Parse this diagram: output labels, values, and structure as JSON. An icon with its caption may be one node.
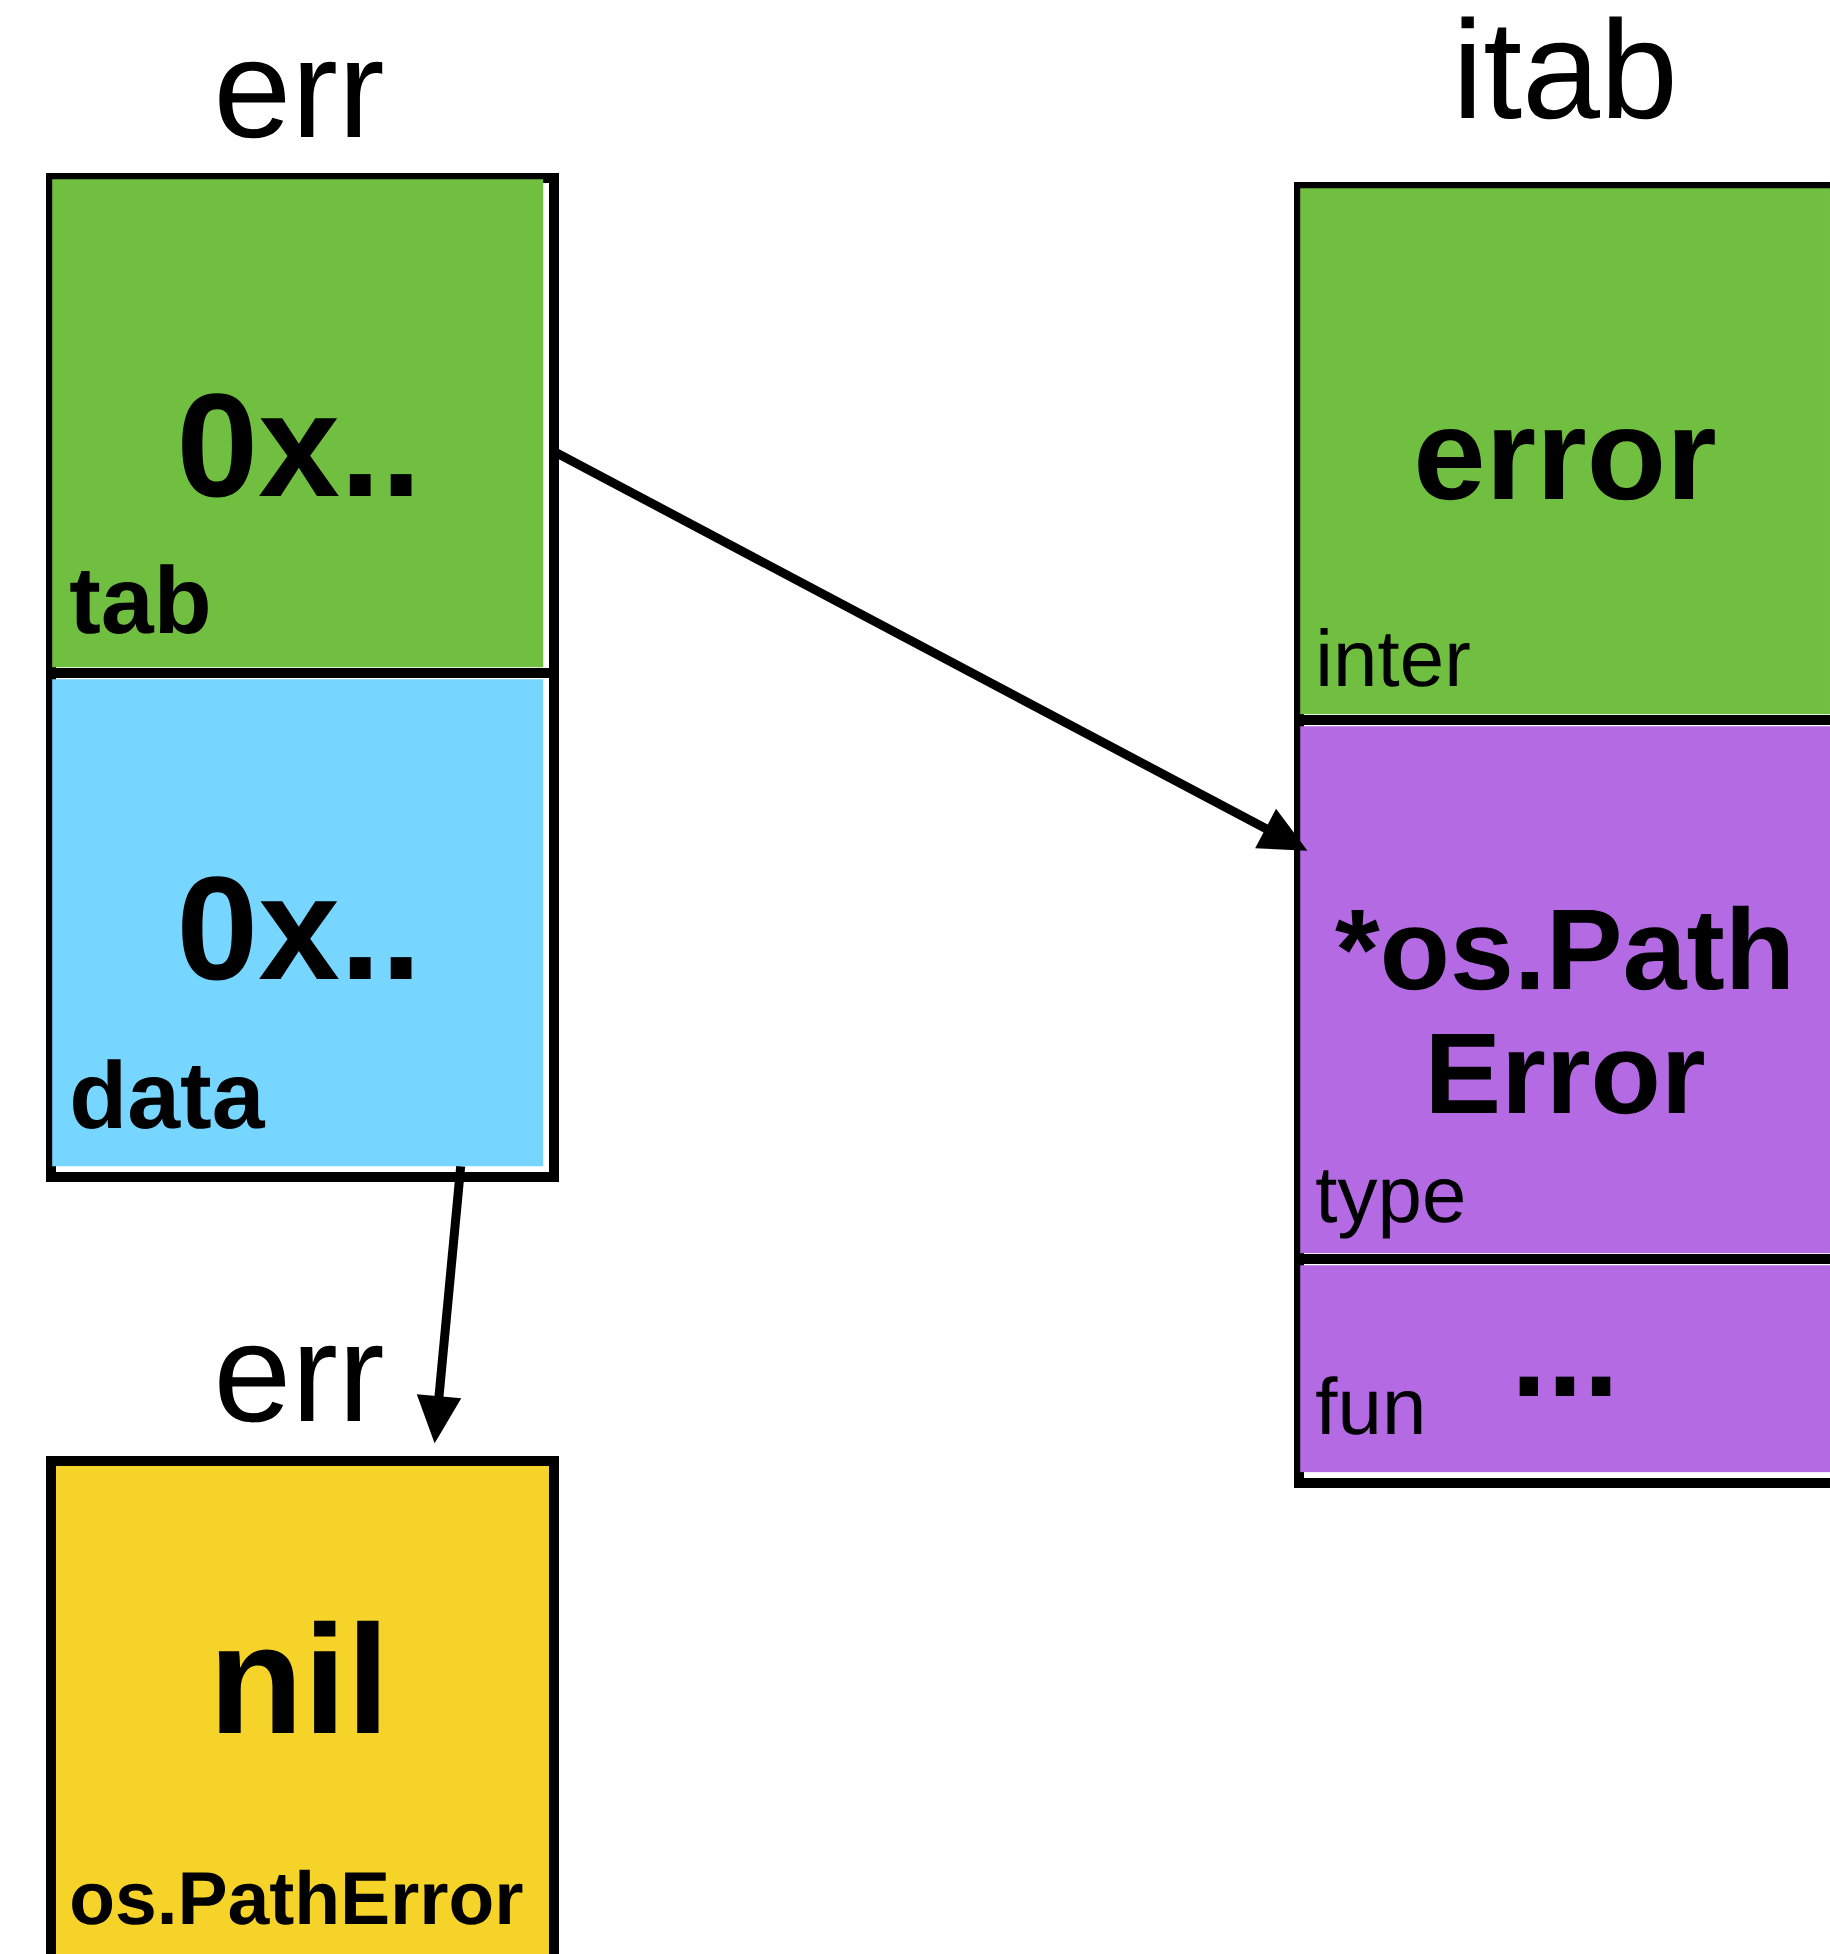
{
  "diagram": {
    "nodes": [
      {
        "text": [
          "err"
        ]
      },
      {
        "text": [
          "0x..",
          "tab"
        ],
        "in": 0
      },
      {
        "text": [
          "0x..",
          "data"
        ],
        "in": 0
      },
      {
        "text": [
          "itab"
        ]
      },
      {
        "text": [
          "error",
          "inter"
        ],
        "in": 3
      },
      {
        "text": [
          "*os.Path Error",
          "type"
        ],
        "in": 3
      },
      {
        "text": [
          "fun",
          "..."
        ],
        "in": 3
      },
      {
        "text": [
          "err",
          "nil",
          "os.PathError"
        ]
      }
    ],
    "edges": [
      {
        "from": 1,
        "to": 5,
        "arrow": "to"
      },
      {
        "from": 2,
        "to": 7,
        "arrow": "to"
      }
    ]
  }
}
